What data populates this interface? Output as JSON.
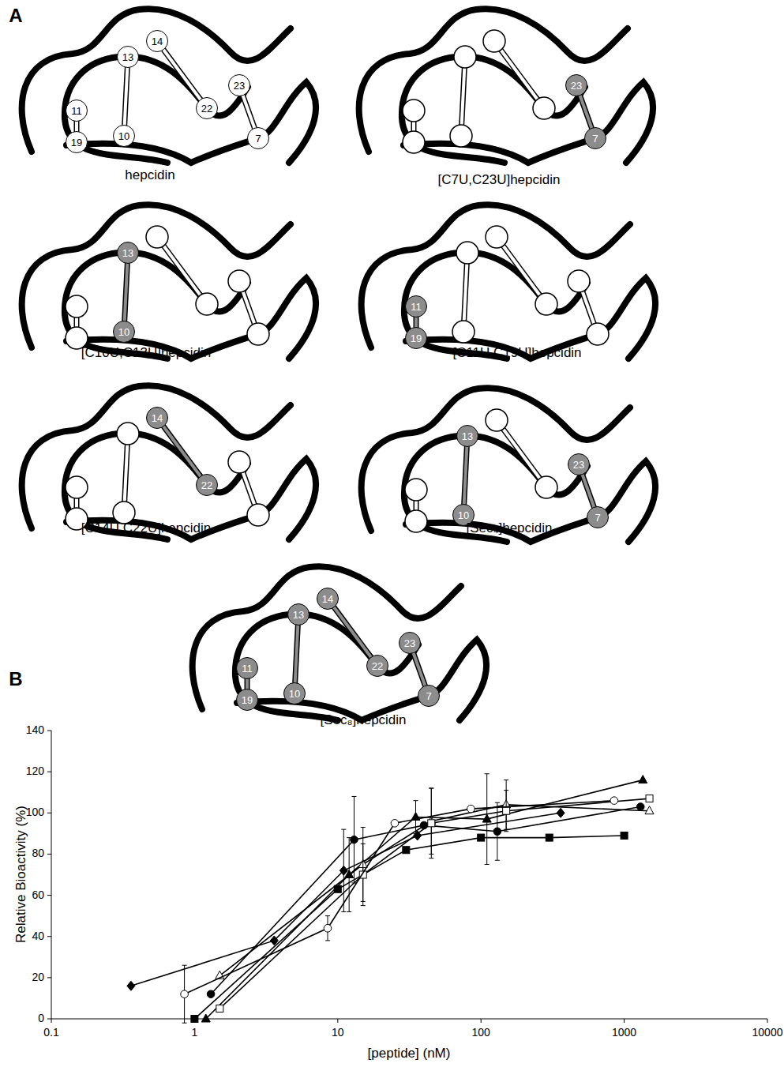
{
  "diagram": {
    "nodes": [
      {
        "text": [
          "14"
        ]
      },
      {
        "text": [
          "13"
        ]
      },
      {
        "text": [
          "23"
        ]
      },
      {
        "text": [
          "11"
        ]
      },
      {
        "text": [
          "22"
        ]
      },
      {
        "text": [
          "19"
        ]
      },
      {
        "text": [
          "10"
        ]
      },
      {
        "text": [
          "7"
        ]
      },
      {
        "text": [
          "23"
        ]
      },
      {
        "text": [
          "7"
        ]
      },
      {
        "text": [
          "13"
        ]
      },
      {
        "text": [
          "10"
        ]
      },
      {
        "text": [
          "11"
        ]
      },
      {
        "text": [
          "19"
        ]
      },
      {
        "text": [
          "14"
        ]
      },
      {
        "text": [
          "22"
        ]
      },
      {
        "text": [
          "13"
        ]
      },
      {
        "text": [
          "23"
        ]
      },
      {
        "text": [
          "10"
        ]
      },
      {
        "text": [
          "7"
        ]
      },
      {
        "text": [
          "14"
        ]
      },
      {
        "text": [
          "13"
        ]
      },
      {
        "text": [
          "23"
        ]
      },
      {
        "text": [
          "11"
        ]
      },
      {
        "text": [
          "22"
        ]
      },
      {
        "text": [
          "19"
        ]
      },
      {
        "text": [
          "10"
        ]
      },
      {
        "text": [
          "7"
        ]
      }
    ],
    "edges": [
      {
        "from": 3,
        "to": 5,
        "arrow": "none"
      },
      {
        "from": 1,
        "to": 6,
        "arrow": "none"
      },
      {
        "from": 0,
        "to": 4,
        "arrow": "none"
      },
      {
        "from": 2,
        "to": 7,
        "arrow": "none"
      },
      {
        "from": 8,
        "to": 9,
        "arrow": "none"
      },
      {
        "from": 10,
        "to": 11,
        "arrow": "none"
      },
      {
        "from": 12,
        "to": 13,
        "arrow": "none"
      },
      {
        "from": 14,
        "to": 15,
        "arrow": "none"
      },
      {
        "from": 16,
        "to": 18,
        "arrow": "none"
      },
      {
        "from": 17,
        "to": 19,
        "arrow": "none"
      },
      {
        "from": 23,
        "to": 25,
        "arrow": "none"
      },
      {
        "from": 21,
        "to": 26,
        "arrow": "none"
      },
      {
        "from": 20,
        "to": 24,
        "arrow": "none"
      },
      {
        "from": 22,
        "to": 27,
        "arrow": "none"
      }
    ],
    "labels": [
      "A",
      "hepcidin",
      "[C7U,C23U]hepcidin",
      "[C10U,C13U]hepcidin",
      "[C11U,C19U]hepcidin",
      "[C14U,C22U]hepcidin",
      "[Sec₄]hepcidin",
      "[Sec₈]hepcidin",
      "B",
      "0",
      "20",
      "40",
      "60",
      "80",
      "100",
      "120",
      "140",
      "0.1",
      "1",
      "10",
      "100",
      "1000",
      "10000",
      "Relative Bioactivity (%)",
      "[peptide] (nM)"
    ]
  }
}
